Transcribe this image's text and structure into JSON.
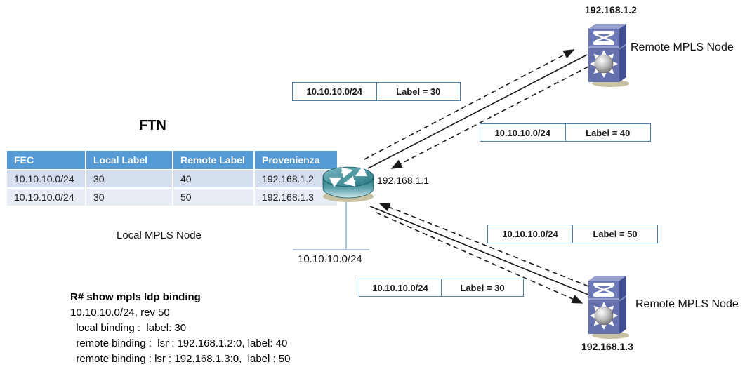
{
  "title": "FTN",
  "ftn_table": {
    "headers": [
      "FEC",
      "Local Label",
      "Remote Label",
      "Provenienza"
    ],
    "rows": [
      [
        "10.10.10.0/24",
        "30",
        "40",
        "192.168.1.2"
      ],
      [
        "10.10.10.0/24",
        "30",
        "50",
        "192.168.1.3"
      ]
    ]
  },
  "nodes": {
    "local": {
      "ip": "192.168.1.1",
      "label": "Local MPLS Node"
    },
    "remote_top": {
      "ip": "192.168.1.2",
      "label": "Remote MPLS Node"
    },
    "remote_bottom": {
      "ip": "192.168.1.3",
      "label": "Remote MPLS Node"
    }
  },
  "segment": {
    "label": "10.10.10.0/24"
  },
  "label_boxes": [
    {
      "prefix": "10.10.10.0/24",
      "label": "Label = 30"
    },
    {
      "prefix": "10.10.10.0/24",
      "label": "Label = 40"
    },
    {
      "prefix": "10.10.10.0/24",
      "label": "Label = 50"
    },
    {
      "prefix": "10.10.10.0/24",
      "label": "Label = 30"
    }
  ],
  "console": {
    "lines": [
      "R# show mpls ldp binding",
      "10.10.10.0/24, rev 50",
      "  local binding :  label: 30",
      "  remote binding :  lsr : 192.168.1.2:0, label: 40",
      "  remote binding : lsr : 192.168.1.3:0,  label : 50"
    ]
  },
  "colors": {
    "table_header": "#549bd5",
    "table_row_even": "#d5deee",
    "table_row_odd": "#e9edf5",
    "box_border": "#4f7dad",
    "segment_line": "#95b3d7",
    "router_teal": "#4e99a4",
    "switch_purple": "#6471ad",
    "line_black": "#1a1a1a"
  }
}
